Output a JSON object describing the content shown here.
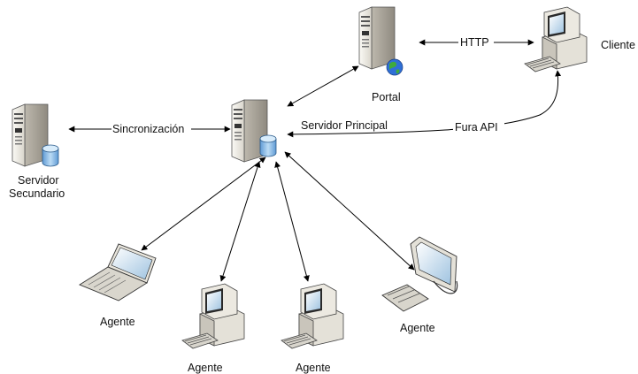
{
  "nodes": {
    "portal": {
      "label": "Portal"
    },
    "cliente": {
      "label": "Cliente"
    },
    "servidor_principal": {
      "label": "Servidor Principal"
    },
    "servidor_secundario": {
      "label_line1": "Servidor",
      "label_line2": "Secundario"
    },
    "agente_laptop": {
      "label": "Agente"
    },
    "agente_pc1": {
      "label": "Agente"
    },
    "agente_pc2": {
      "label": "Agente"
    },
    "agente_monitor": {
      "label": "Agente"
    }
  },
  "edges": {
    "sync": {
      "label": "Sincronización"
    },
    "http": {
      "label": "HTTP"
    },
    "api": {
      "label": "Fura API"
    }
  },
  "icons": {
    "server": "server-tower-icon",
    "database": "database-cylinder-icon",
    "globe": "globe-icon",
    "desktop": "desktop-computer-icon",
    "laptop": "laptop-icon",
    "monitor": "flat-monitor-icon"
  },
  "colors": {
    "server_light": "#f2f0ea",
    "server_shade": "#b9b5aa",
    "db_blue": "#7fb5e3",
    "globe_blue": "#2f6fd6",
    "globe_green": "#3faa3c",
    "screen_blue": "#9fc3e0"
  }
}
